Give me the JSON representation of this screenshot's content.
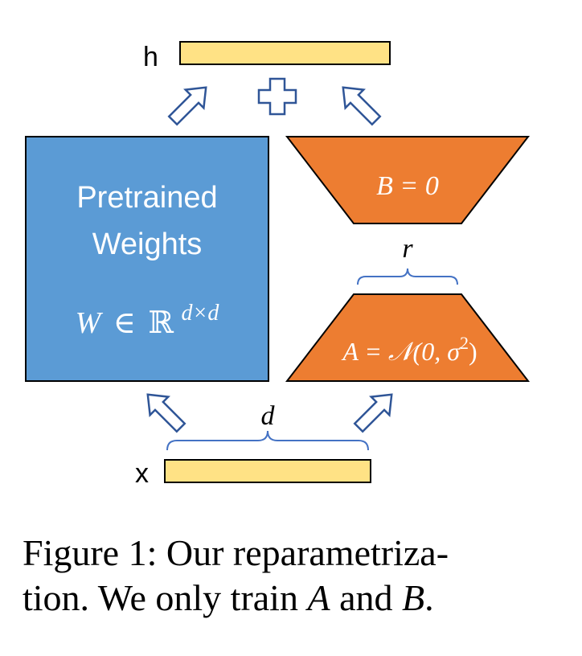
{
  "output_label": "h",
  "input_label": "x",
  "pretrained": {
    "line1": "Pretrained",
    "line2": "Weights",
    "formula_W": "W",
    "formula_in": "∈",
    "formula_R": "ℝ",
    "formula_exp": "d×d"
  },
  "matrix_b": {
    "formula": "B = 0"
  },
  "matrix_a": {
    "formula_main": "A = 𝒩(0, σ",
    "formula_sup": "2",
    "formula_close": ")"
  },
  "rank_label": "r",
  "dim_label": "d",
  "caption": {
    "line1": "Figure 1: Our reparametriza-",
    "line2_a": "tion. We only train ",
    "line2_A": "A",
    "line2_and": " and ",
    "line2_B": "B",
    "line2_end": "."
  },
  "colors": {
    "vector_fill": "#FFE285",
    "pretrained_fill": "#5B9BD5",
    "lora_fill": "#ED7D31",
    "arrow_stroke": "#2F5597",
    "brace_stroke": "#4472C4"
  }
}
